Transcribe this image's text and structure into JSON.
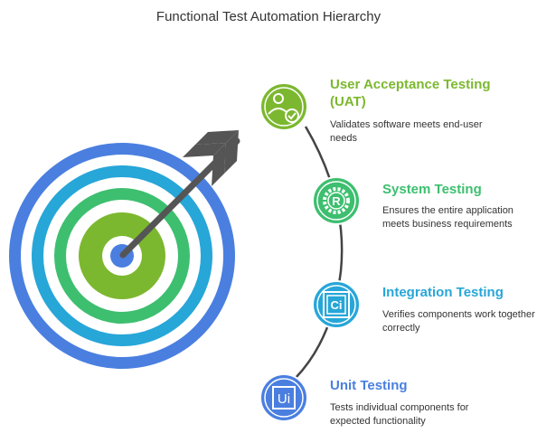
{
  "diagram": {
    "title": "Functional Test Automation Hierarchy",
    "items": [
      {
        "title": "User Acceptance Testing (UAT)",
        "description": "Validates software meets end-user needs",
        "color": "#7cb82f",
        "icon": "user-check-icon"
      },
      {
        "title": "System Testing",
        "description": "Ensures the entire application meets business requirements",
        "color": "#3dbf6f",
        "icon": "gear-r-icon"
      },
      {
        "title": "Integration Testing",
        "description": "Verifies components work together correctly",
        "color": "#27a6d8",
        "icon": "ci-chip-icon"
      },
      {
        "title": "Unit Testing",
        "description": "Tests individual components for expected functionality",
        "color": "#4a7fe0",
        "icon": "ui-box-icon"
      }
    ],
    "target_colors": [
      "#4a7fe0",
      "#27a6d8",
      "#3dbf6f",
      "#7cb82f"
    ],
    "arrow_color": "#555555"
  }
}
